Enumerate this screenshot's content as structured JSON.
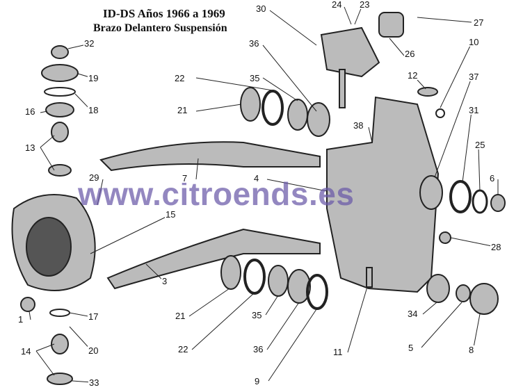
{
  "title": {
    "line1": "ID-DS Años 1966 a 1969",
    "line2": "Brazo Delantero Suspensión"
  },
  "watermark": "www.citroends.es",
  "part_labels": [
    "30",
    "24",
    "23",
    "27",
    "32",
    "36",
    "26",
    "10",
    "19",
    "22",
    "35",
    "12",
    "37",
    "18",
    "16",
    "21",
    "31",
    "38",
    "13",
    "25",
    "29",
    "7",
    "4",
    "6",
    "15",
    "28",
    "3",
    "1",
    "17",
    "21",
    "35",
    "34",
    "14",
    "20",
    "22",
    "36",
    "11",
    "5",
    "8",
    "9",
    "33"
  ]
}
